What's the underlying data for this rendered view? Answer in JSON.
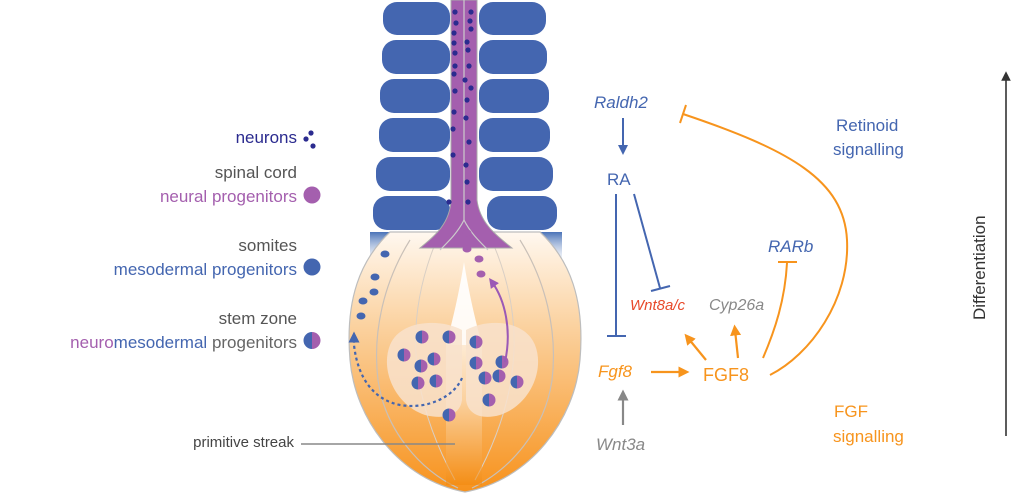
{
  "colors": {
    "neuron": "#2b2b8f",
    "neural": "#a45fae",
    "mesoderm": "#4466b0",
    "grey": "#666666",
    "orange": "#f7941d",
    "red": "#e8492a",
    "blue_text": "#4466b0"
  },
  "legend": {
    "neurons": "neurons",
    "spinal_cord": "spinal cord",
    "neural": "neural",
    "progenitors": "progenitors",
    "somites": "somites",
    "mesodermal": "mesodermal",
    "stem_zone": "stem zone",
    "neuro": "neuro",
    "primitive_streak": "primitive streak"
  },
  "network": {
    "raldh2": "Raldh2",
    "ra": "RA",
    "rarb": "RARb",
    "wnt8ac": "Wnt8a/c",
    "cyp26a": "Cyp26a",
    "fgf8_gene": "Fgf8",
    "fgf8_protein": "FGF8",
    "wnt3a": "Wnt3a",
    "retinoid_1": "Retinoid",
    "retinoid_2": "signalling",
    "fgf_1": "FGF",
    "fgf_2": "signalling",
    "differentiation": "Differentiation"
  }
}
